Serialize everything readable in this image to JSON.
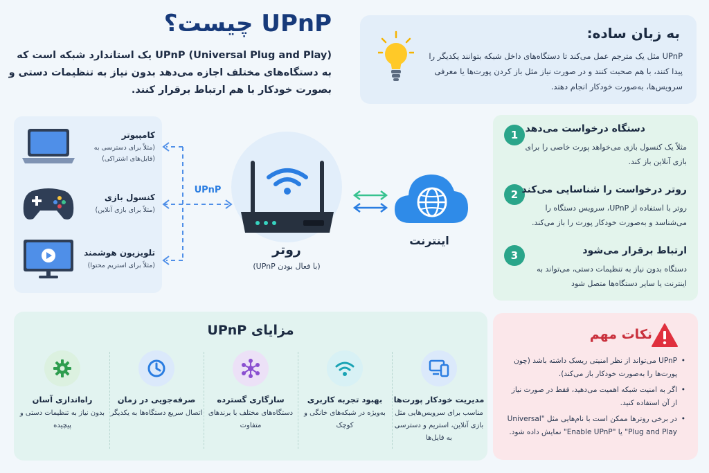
{
  "header": {
    "title": "UPnP چیست؟",
    "intro": "UPnP (Universal Plug and Play) یک استاندارد شبکه است که به دستگاه‌های مختلف اجازه می‌دهد بدون نیاز به تنظیمات دستی و بصورت خودکار با هم ارتباط برقرار کنند."
  },
  "simple": {
    "title": "به زبان ساده:",
    "body": "UPnP مثل یک مترجم عمل می‌کند تا دستگاه‌های داخل شبکه بتوانند یکدیگر را پیدا کنند، با هم صحبت کنند و در صورت نیاز مثل باز کردن پورت‌ها یا معرفی سرویس‌ها، به‌صورت خودکار انجام دهند."
  },
  "devices": [
    {
      "name": "کامپیوتر",
      "sub": "(مثلاً برای دسترسی به (فایل‌های اشتراکی)"
    },
    {
      "name": "کنسول بازی",
      "sub": "(مثلاً برای بازی آنلاین)"
    },
    {
      "name": "تلویزیون هوشمند",
      "sub": "(مثلاً برای استریم محتوا)"
    }
  ],
  "diagram": {
    "upnp_label": "UPnP",
    "router_label": "روتر",
    "router_sub": "(با فعال بودن UPnP)",
    "internet_label": "اینترنت"
  },
  "steps": [
    {
      "num": "1",
      "title": "دستگاه درخواست می‌دهد",
      "body": "مثلاً یک کنسول بازی می‌خواهد پورت خاصی را برای بازی آنلاین باز کند."
    },
    {
      "num": "2",
      "title": "روتر درخواست را شناسایی می‌کند",
      "body": "روتر با استفاده از UPnP، سرویس دستگاه را می‌شناسد و به‌صورت خودکار پورت را باز می‌کند."
    },
    {
      "num": "3",
      "title": "ارتباط برقرار می‌شود",
      "body": "دستگاه بدون نیاز به تنظیمات دستی، می‌تواند به اینترنت یا سایر دستگاه‌ها متصل شود"
    }
  ],
  "benefits": {
    "title": "مزایای UPnP",
    "items": [
      {
        "title": "مدیریت خودکار پورت‌ها",
        "body": "مناسب برای سرویس‌هایی مثل بازی آنلاین، استریم و دسترسی به فایل‌ها",
        "icon": "devices-icon",
        "color": "#dbe9fb"
      },
      {
        "title": "بهبود تجربه کاربری",
        "body": "به‌ویژه در شبکه‌های خانگی و کوچک",
        "icon": "wifi-icon",
        "color": "#d8f1f5"
      },
      {
        "title": "سازگاری گسترده",
        "body": "دستگاه‌های مختلف با برندهای متفاوت",
        "icon": "network-icon",
        "color": "#ece1f7"
      },
      {
        "title": "صرفه‌جویی در زمان",
        "body": "اتصال سریع دستگاه‌ها به یکدیگر",
        "icon": "clock-icon",
        "color": "#dbe9fb"
      },
      {
        "title": "راه‌اندازی آسان",
        "body": "بدون نیاز به تنظیمات دستی و پیچیده",
        "icon": "gear-icon",
        "color": "#dcf1e0"
      }
    ]
  },
  "notes": {
    "title": "نکات مهم",
    "items": [
      "UPnP می‌تواند از نظر امنیتی ریسک داشته باشد (چون پورت‌ها را به‌صورت خودکار باز می‌کند).",
      "اگر به امنیت شبکه اهمیت می‌دهید، فقط در صورت نیاز از آن استفاده کنید.",
      "در برخی روترها ممکن است با نام‌هایی مثل \"Universal Plug and Play\" یا \"Enable UPnP\" نمایش داده شود."
    ]
  },
  "colors": {
    "accent_blue": "#2a7de1",
    "accent_green": "#2aa58a",
    "warning_red": "#c9303c"
  }
}
